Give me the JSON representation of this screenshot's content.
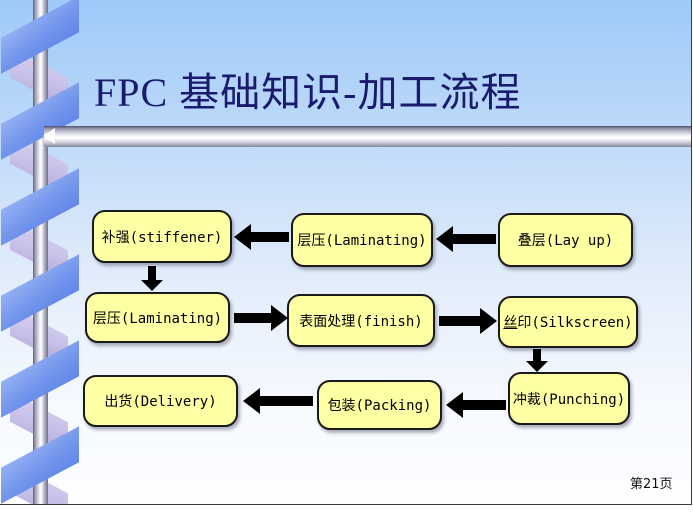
{
  "slide": {
    "title": "FPC 基础知识-加工流程",
    "page_number": "第21页"
  },
  "colors": {
    "title_text": "#1a1a6e",
    "background_top": "#9dcaf8",
    "background_bottom": "#fdfeff",
    "box_fill": "#ffffa4",
    "box_border": "#1a1a1a",
    "arrow": "#000000",
    "ribbon_front": "#7396ec",
    "ribbon_back": "#c5bfe7",
    "pole_metal": "#b6b6c6"
  },
  "flowchart": {
    "nodes": {
      "stiffener": {
        "label": "补强(stiffener)"
      },
      "laminating1": {
        "label": "层压(Laminating)"
      },
      "layup": {
        "label": "叠层(Lay up)"
      },
      "laminating2": {
        "label": "层压(Laminating)"
      },
      "finish": {
        "label": "表面处理(finish)"
      },
      "silkscreen": {
        "label_underlined": "丝",
        "label_rest": "印(Silkscreen)"
      },
      "delivery": {
        "label": "出货(Delivery)"
      },
      "packing": {
        "label": "包装(Packing)"
      },
      "punching": {
        "label": "冲裁(Punching)"
      }
    },
    "edges": [
      {
        "from": "叠层(Lay up)",
        "to": "层压(Laminating)",
        "direction": "left"
      },
      {
        "from": "层压(Laminating)",
        "to": "补强(stiffener)",
        "direction": "left"
      },
      {
        "from": "补强(stiffener)",
        "to": "层压(Laminating)",
        "direction": "down"
      },
      {
        "from": "层压(Laminating)",
        "to": "表面处理(finish)",
        "direction": "right"
      },
      {
        "from": "表面处理(finish)",
        "to": "丝印(Silkscreen)",
        "direction": "right"
      },
      {
        "from": "丝印(Silkscreen)",
        "to": "冲裁(Punching)",
        "direction": "down"
      },
      {
        "from": "冲裁(Punching)",
        "to": "包装(Packing)",
        "direction": "left"
      },
      {
        "from": "包装(Packing)",
        "to": "出货(Delivery)",
        "direction": "left"
      }
    ]
  }
}
